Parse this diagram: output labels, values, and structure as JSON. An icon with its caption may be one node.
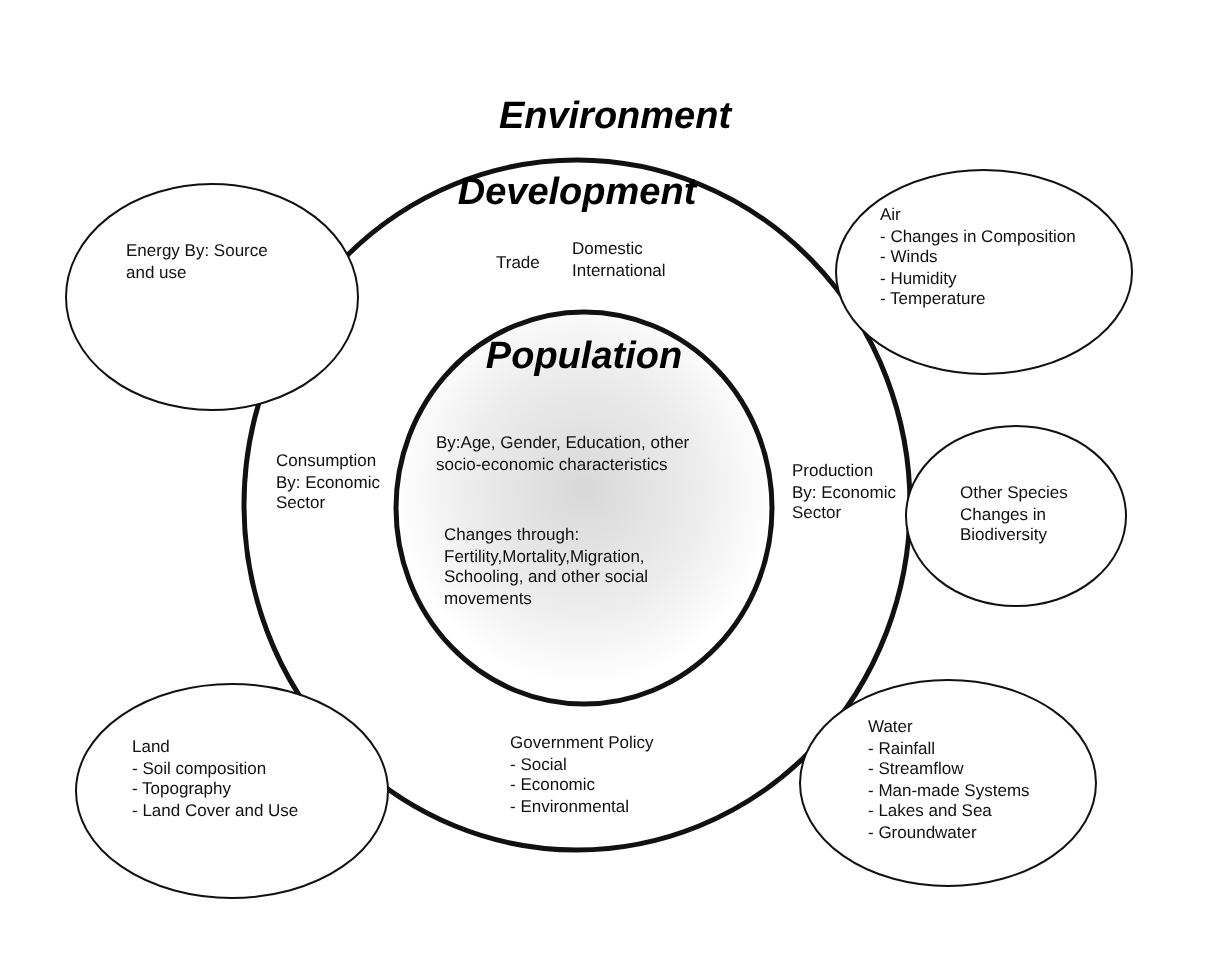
{
  "diagram": {
    "title": "Environment",
    "nodes": [
      {
        "text": [
          "Development",
          "Trade",
          "Domestic International",
          "Consumption By: Economic Sector",
          "Production By: Economic Sector",
          "Government Policy - Social - Economic - Environmental"
        ]
      },
      {
        "text": [
          "Population",
          "By:Age, Gender, Education, other socio-economic characteristics",
          "Changes through: Fertility,Mortality,Migration, Schooling, and other social movements"
        ],
        "in": 0
      },
      {
        "text": [
          "Energy By: Source and use"
        ]
      },
      {
        "text": [
          "Air - Changes in Composition - Winds - Humidity - Temperature"
        ]
      },
      {
        "text": [
          "Other Species Changes in Biodiversity"
        ]
      },
      {
        "text": [
          "Land - Soil composition - Topography - Land Cover and Use"
        ]
      },
      {
        "text": [
          "Water - Rainfall - Streamflow - Man-made Systems - Lakes and Sea - Groundwater"
        ]
      }
    ],
    "edges": []
  }
}
